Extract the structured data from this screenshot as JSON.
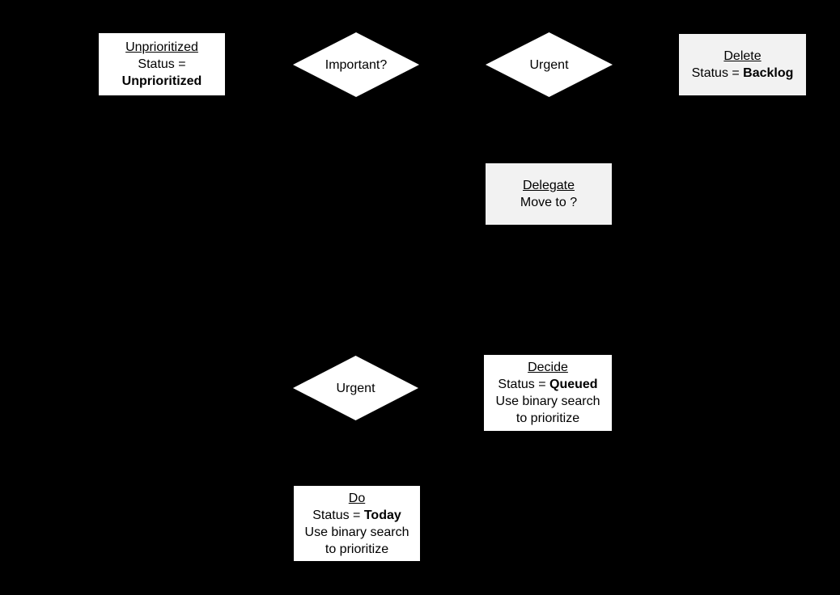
{
  "canvas": {
    "background": "#000000"
  },
  "colors": {
    "node_white": "#ffffff",
    "node_gray": "#f2f2f2",
    "text": "#000000"
  },
  "nodes": {
    "unprioritized": {
      "title": "Unprioritized",
      "status_label": "Status =",
      "status_value": "Unprioritized",
      "fill": "#ffffff"
    },
    "important": {
      "label": "Important?",
      "fill": "#ffffff"
    },
    "urgent_top": {
      "label": "Urgent",
      "fill": "#ffffff"
    },
    "delete": {
      "title": "Delete",
      "status_label": "Status = ",
      "status_value": "Backlog",
      "fill": "#f2f2f2"
    },
    "delegate": {
      "title": "Delegate",
      "line": "Move to ?",
      "fill": "#f2f2f2"
    },
    "urgent_bottom": {
      "label": "Urgent",
      "fill": "#ffffff"
    },
    "decide": {
      "title": "Decide",
      "status_label": "Status = ",
      "status_value": "Queued",
      "detail_line1": "Use binary search",
      "detail_line2": "to prioritize",
      "fill": "#ffffff"
    },
    "do": {
      "title": "Do",
      "status_label": "Status = ",
      "status_value": "Today",
      "detail_line1": "Use binary search",
      "detail_line2": "to prioritize",
      "fill": "#ffffff"
    }
  }
}
